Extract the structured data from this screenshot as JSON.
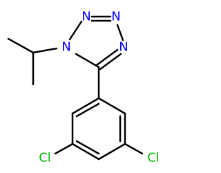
{
  "molecule": {
    "atoms": {
      "n_top_left": "N",
      "n_top_right": "N",
      "n_right": "N",
      "n_left": "N",
      "cl_left": "Cl",
      "cl_right": "Cl"
    },
    "colors": {
      "nitrogen": "#0000ff",
      "chlorine": "#00b400",
      "bond": "#000000",
      "background": "#ffffff"
    }
  }
}
